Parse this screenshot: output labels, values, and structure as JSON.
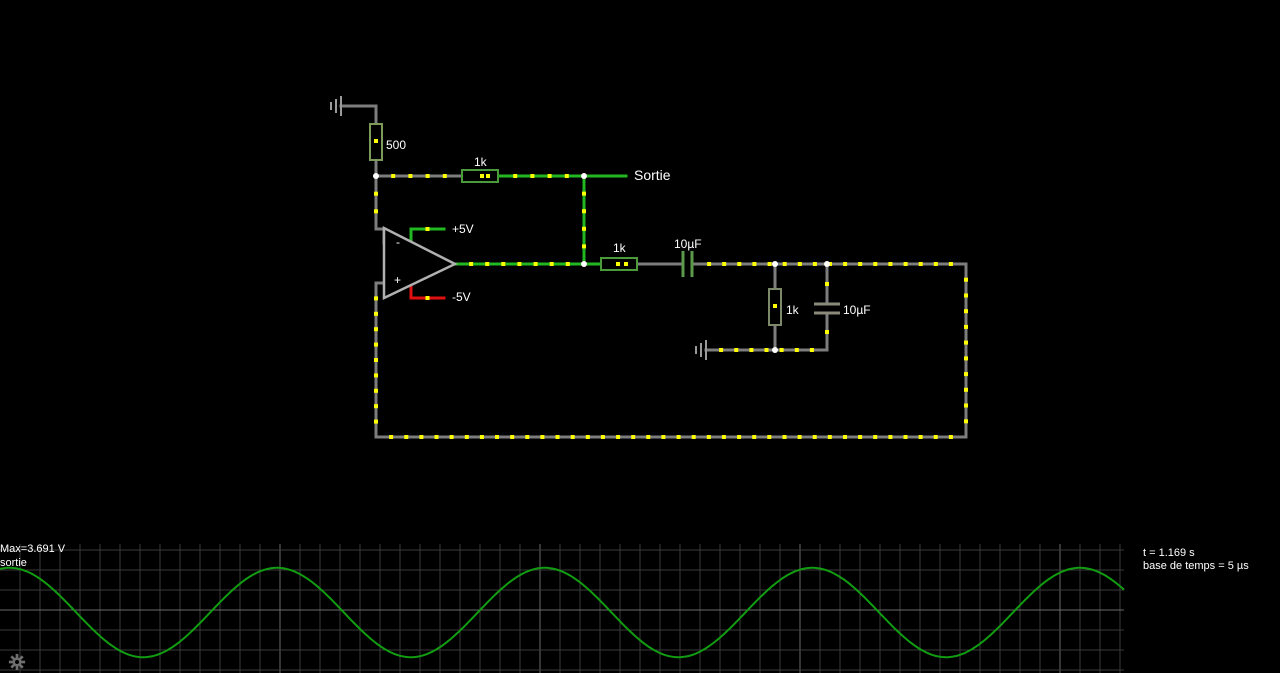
{
  "circuit": {
    "components": {
      "r_ground": {
        "value": "500"
      },
      "r_feedback": {
        "value": "1k"
      },
      "r_series": {
        "value": "1k"
      },
      "c_series": {
        "value": "10µF"
      },
      "r_parallel": {
        "value": "1k"
      },
      "c_parallel": {
        "value": "10µF"
      }
    },
    "opamp": {
      "inverting": "-",
      "noninverting": "+",
      "vpos": "+5V",
      "vneg": "-5V"
    },
    "output_label": "Sortie",
    "colors": {
      "wire_gray": "#7d7d7d",
      "wire_green": "#22b822",
      "wire_red": "#e01010",
      "current_dot": "#ffff00",
      "node": "#ffffff",
      "opamp": "#b0b0b0"
    }
  },
  "scope": {
    "max_label": "Max=3.691 V",
    "probe_name": "sortie",
    "time": "t = 1.169 s",
    "timebase": "base de temps = 5 µs",
    "trace_color": "#119c11",
    "grid_color": "#3a3a3a",
    "grid_major_color": "#6a6a6a",
    "signal": {
      "type": "sine",
      "periods_shown": 4.2,
      "amplitude_fraction": 0.45
    }
  },
  "icons": {
    "settings": "gear-icon"
  }
}
